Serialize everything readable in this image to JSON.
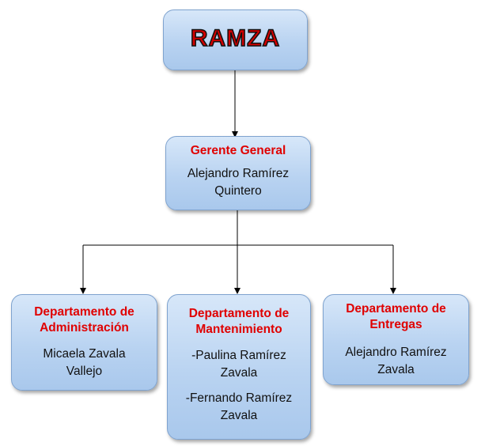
{
  "root": {
    "label": "RAMZA"
  },
  "manager": {
    "title": "Gerente General",
    "person": "Alejandro Ramírez\nQuintero"
  },
  "departments": [
    {
      "title": "Departamento de\nAdministración",
      "people": [
        "Micaela Zavala\nVallejo"
      ]
    },
    {
      "title": "Departamento de\nMantenimiento",
      "people": [
        "-Paulina Ramírez\nZavala",
        "-Fernando Ramírez\nZavala"
      ]
    },
    {
      "title": "Departamento de\nEntregas",
      "people": [
        "Alejandro Ramírez\nZavala"
      ]
    }
  ],
  "colors": {
    "node_fill_top": "#d7e7f9",
    "node_fill_bottom": "#a9c8ec",
    "node_border": "#7fa3cf",
    "title_text": "#e00000",
    "connector": "#000000"
  }
}
